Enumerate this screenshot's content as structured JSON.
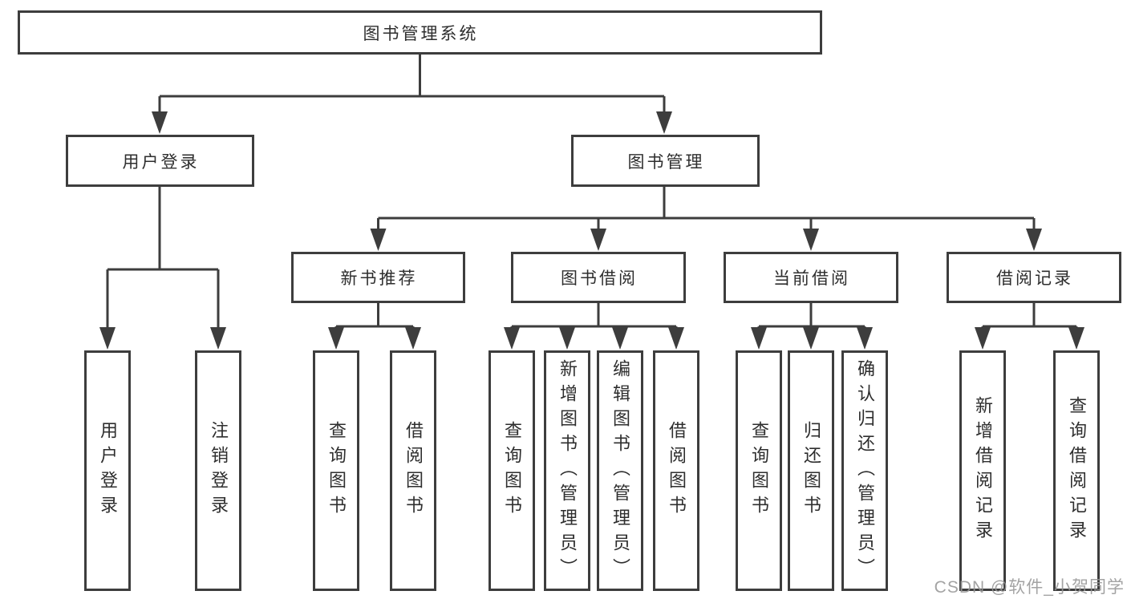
{
  "tree": {
    "root": {
      "label": "图书管理系统",
      "children": [
        {
          "label": "用户登录",
          "children": [
            {
              "label": "用户登录"
            },
            {
              "label": "注销登录"
            }
          ]
        },
        {
          "label": "图书管理",
          "children": [
            {
              "label": "新书推荐",
              "children": [
                {
                  "label": "查询图书"
                },
                {
                  "label": "借阅图书"
                }
              ]
            },
            {
              "label": "图书借阅",
              "children": [
                {
                  "label": "查询图书"
                },
                {
                  "label": "新增图书（管理员）"
                },
                {
                  "label": "编辑图书（管理员）"
                },
                {
                  "label": "借阅图书"
                }
              ]
            },
            {
              "label": "当前借阅",
              "children": [
                {
                  "label": "查询图书"
                },
                {
                  "label": "归还图书"
                },
                {
                  "label": "确认归还（管理员）"
                }
              ]
            },
            {
              "label": "借阅记录",
              "children": [
                {
                  "label": "新增借阅记录"
                },
                {
                  "label": "查询借阅记录"
                }
              ]
            }
          ]
        }
      ]
    }
  },
  "watermark": {
    "text": "CSDN @软件_小贺同学"
  },
  "colors": {
    "line": "#3d3d3d",
    "box_border": "#3d3d3d",
    "text": "#2e2e2e",
    "watermark": "#969696",
    "background": "#ffffff"
  }
}
